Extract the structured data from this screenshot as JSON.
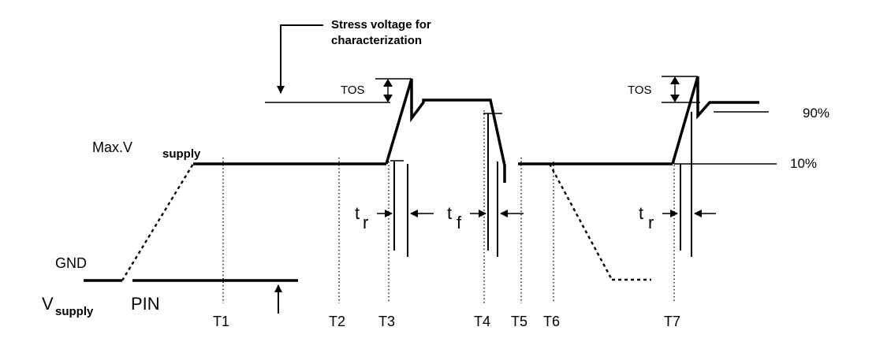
{
  "annotation": {
    "line1": "Stress voltage for",
    "line2": "characterization"
  },
  "labels": {
    "max_v_main": "Max.V",
    "max_v_sub": "supply",
    "gnd": "GND",
    "vsupply_main": "V",
    "vsupply_sub": "supply",
    "pin": "PIN",
    "tos_1": "TOS",
    "tos_2": "TOS",
    "pct_90": "90%",
    "pct_10": "10%",
    "tr_1_main": "t",
    "tr_1_sub": "r",
    "tf_main": "t",
    "tf_sub": "f",
    "tr_2_main": "t",
    "tr_2_sub": "r"
  },
  "time_markers": [
    "T1",
    "T2",
    "T3",
    "T4",
    "T5",
    "T6",
    "T7"
  ]
}
